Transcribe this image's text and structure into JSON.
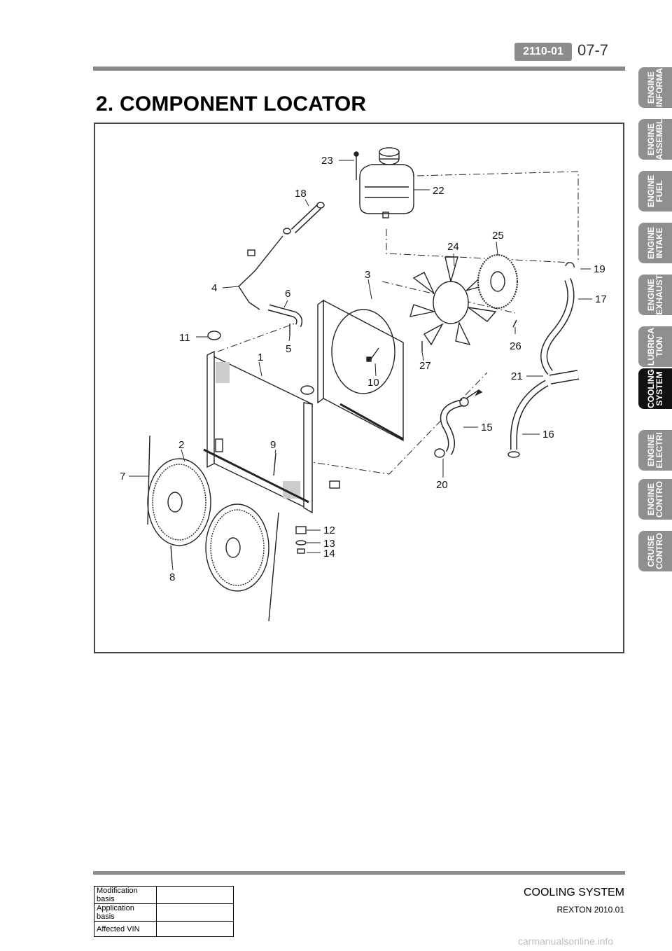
{
  "header": {
    "code": "2110-01",
    "page_number": "07-7"
  },
  "section_title": "2. COMPONENT LOCATOR",
  "side_tabs": [
    {
      "line1": "ENGINE",
      "line2": "INFORMA",
      "active": false
    },
    {
      "line1": "ENGINE",
      "line2": "ASSEMBL",
      "active": false
    },
    {
      "line1": "ENGINE",
      "line2": "FUEL",
      "active": false
    },
    {
      "line1": "ENGINE",
      "line2": "INTAKE",
      "active": false
    },
    {
      "line1": "ENGINE",
      "line2": "EXHAUST",
      "active": false
    },
    {
      "line1": "LUBRICA",
      "line2": "TION",
      "active": false
    },
    {
      "line1": "COOLING",
      "line2": "SYSTEM",
      "active": true
    },
    {
      "line1": "ENGINE",
      "line2": "ELECTRI",
      "active": false
    },
    {
      "line1": "ENGINE",
      "line2": "CONTRO",
      "active": false
    },
    {
      "line1": "CRUISE",
      "line2": "CONTRO",
      "active": false
    }
  ],
  "callouts": [
    "1",
    "2",
    "3",
    "4",
    "5",
    "6",
    "7",
    "8",
    "9",
    "10",
    "11",
    "12",
    "13",
    "14",
    "15",
    "16",
    "17",
    "18",
    "19",
    "20",
    "21",
    "22",
    "23",
    "24",
    "25",
    "26",
    "27"
  ],
  "footer": {
    "title": "COOLING SYSTEM",
    "subtitle": "REXTON 2010.01",
    "rows": [
      {
        "label": "Modification basis",
        "value": ""
      },
      {
        "label": "Application basis",
        "value": ""
      },
      {
        "label": "Affected VIN",
        "value": ""
      }
    ]
  },
  "watermark": "carmanualsonline.info"
}
